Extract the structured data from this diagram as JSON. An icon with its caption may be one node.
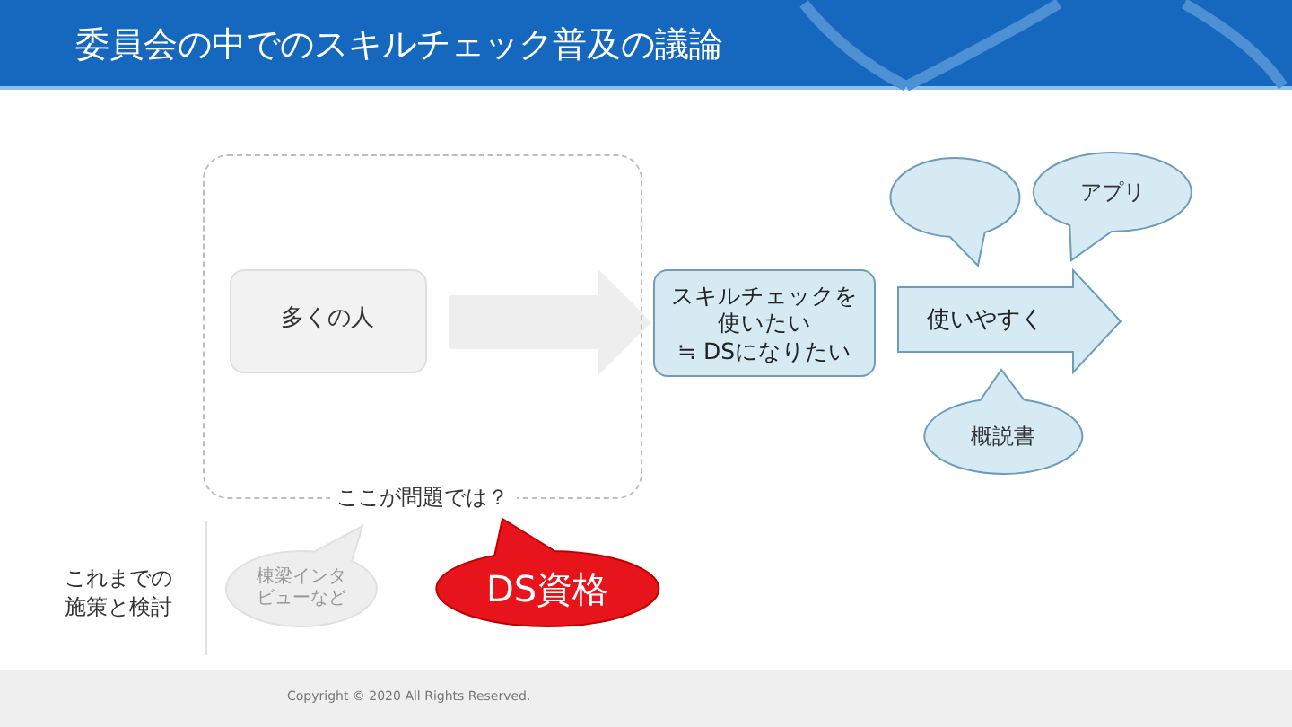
{
  "diagram": {
    "title": "委員会の中でのスキルチェック普及の議論",
    "nodes": [
      {
        "text": [
          "ここが問題では？"
        ]
      },
      {
        "text": [
          "多くの人"
        ],
        "in": 0
      },
      {
        "text": [
          "スキルチェックを使いたい",
          "≒ DSになりたい"
        ]
      },
      {
        "text": [],
        "shape": "bubble"
      },
      {
        "text": [
          "アプリ"
        ]
      },
      {
        "text": [
          "使いやすく"
        ]
      },
      {
        "text": [
          "概説書"
        ]
      },
      {
        "text": [
          "棟梁インタビューなど"
        ]
      },
      {
        "text": [
          "DS資格"
        ]
      }
    ],
    "edges": [
      {
        "from": 1,
        "to": 2,
        "arrow": "to",
        "style": "thick"
      }
    ],
    "labels": [
      "これまでの施策と検討",
      "Copyright © 2020 All Rights Reserved."
    ]
  }
}
